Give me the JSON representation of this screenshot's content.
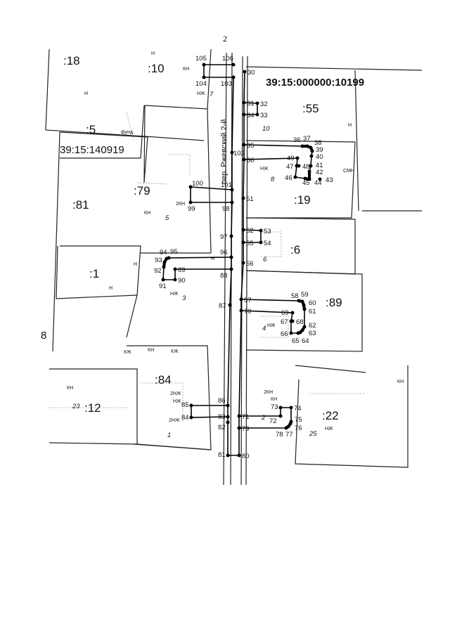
{
  "page_number": "2",
  "cadastral_block_main": "39:15:000000:10199",
  "cadastral_block_secondary": "39:15:140919",
  "street_label": "пер. Ржевский 2-й",
  "side_label": "8",
  "parcels": [
    ":18",
    ":10",
    ":5",
    ":79",
    ":81",
    ":1",
    ":55",
    ":19",
    ":6",
    ":89",
    ":84",
    ":12",
    ":22"
  ],
  "points": [
    "105",
    "106",
    "104",
    "103",
    "30",
    "31",
    "32",
    "33",
    "34",
    "35",
    "102",
    "50",
    "36",
    "37",
    "38",
    "39",
    "40",
    "41",
    "42",
    "43",
    "44",
    "45",
    "46",
    "47",
    "48",
    "49",
    "100",
    "101",
    "99",
    "98",
    "51",
    "52",
    "53",
    "54",
    "55",
    "97",
    "96",
    "56",
    "95",
    "94",
    "93",
    "92",
    "91",
    "90",
    "89",
    "88",
    "87",
    "57",
    "58",
    "59",
    "60",
    "61",
    "70",
    "69",
    "67",
    "68",
    "62",
    "63",
    "64",
    "65",
    "66",
    "86",
    "85",
    "83",
    "84",
    "82",
    "71",
    "72",
    "73",
    "74",
    "75",
    "76",
    "77",
    "78",
    "79",
    "81",
    "80"
  ],
  "building_marks": [
    "Н",
    "КН",
    "НЖ",
    "2КН",
    "СМН",
    "фунд.",
    "КЖ",
    "2НЖ"
  ],
  "house_numbers": [
    "7",
    "10",
    "8",
    "5",
    "6",
    "3",
    "4",
    "1",
    "2",
    "23",
    "25"
  ]
}
